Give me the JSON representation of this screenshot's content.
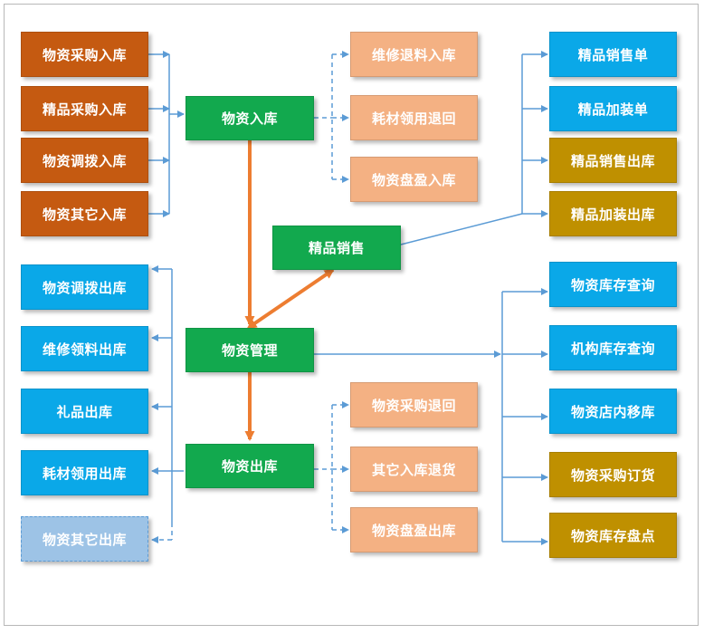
{
  "colors": {
    "inbound_source": "#c55a11",
    "core": "#12a94e",
    "return": "#f4b183",
    "outbound": "#0aa8e8",
    "sales_output": "#bf9000",
    "optional": "#9dc3e6",
    "connector": "#5b9bd5",
    "flow": "#ed7d31"
  },
  "nodes": {
    "wz_cg_rk": "物资采购入库",
    "jp_cg_rk": "精品采购入库",
    "wz_db_rk": "物资调拨入库",
    "wz_qt_rk": "物资其它入库",
    "wz_rk": "物资入库",
    "wx_tl_rk": "维修退料入库",
    "hc_ly_th": "耗材领用退回",
    "wz_py_rk": "物资盘盈入库",
    "jp_xs_d": "精品销售单",
    "jp_jz_d": "精品加装单",
    "jp_xs_ck": "精品销售出库",
    "jp_jz_ck": "精品加装出库",
    "jp_xs": "精品销售",
    "wz_db_ck": "物资调拨出库",
    "wx_ll_ck": "维修领料出库",
    "lp_ck": "礼品出库",
    "hc_ly_ck": "耗材领用出库",
    "wz_qt_ck": "物资其它出库",
    "wz_gl": "物资管理",
    "wz_ck": "物资出库",
    "wz_cg_th": "物资采购退回",
    "qt_rk_th": "其它入库退货",
    "wz_py_ck": "物资盘盈出库",
    "wz_kc_cx": "物资库存查询",
    "jg_kc_cx": "机构库存查询",
    "wz_dn_yk": "物资店内移库",
    "wz_cg_dh": "物资采购订货",
    "wz_kc_pd": "物资库存盘点"
  }
}
